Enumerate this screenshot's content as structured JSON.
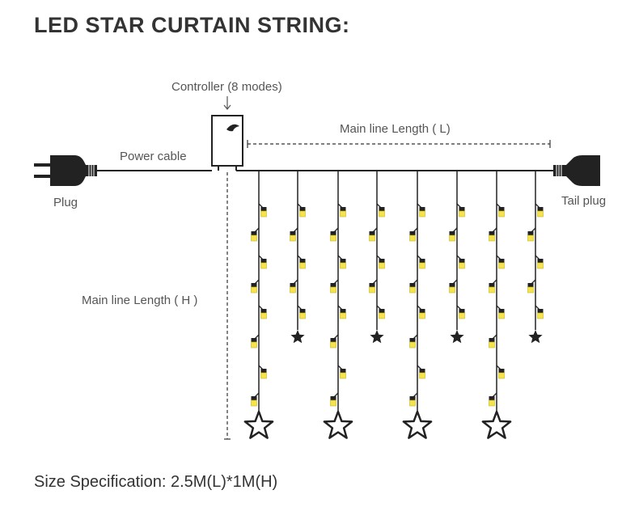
{
  "title": "LED STAR CURTAIN STRING:",
  "labels": {
    "controller": "Controller (8 modes)",
    "main_line_l": "Main line Length ( L)",
    "power_cable": "Power cable",
    "plug": "Plug",
    "tail_plug": "Tail plug",
    "main_line_h": "Main line Length ( H )"
  },
  "specification": "Size Specification:  2.5M(L)*1M(H)",
  "colors": {
    "wire": "#222222",
    "bulb": "#f5e34a",
    "text": "#555555",
    "title": "#333333"
  },
  "icons": {
    "plug": "plug-icon",
    "tail_plug": "tail-plug-icon",
    "controller": "controller-box-icon",
    "star_small": "filled-star-icon",
    "star_large": "outline-star-icon"
  }
}
